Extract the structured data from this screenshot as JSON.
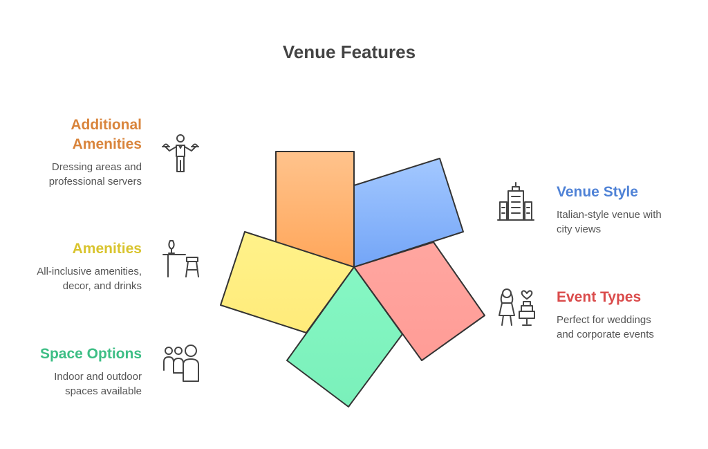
{
  "title": "Venue Features",
  "colors": {
    "additional_amenities": "#D9843B",
    "amenities": "#D9C42E",
    "space_options": "#3DBE85",
    "venue_style": "#4F82D6",
    "event_types": "#DA4B4B"
  },
  "features": {
    "additional_amenities": {
      "heading_line1": "Additional",
      "heading_line2": "Amenities",
      "desc_line1": "Dressing areas and",
      "desc_line2": "professional servers",
      "icon": "waiter-icon"
    },
    "amenities": {
      "heading_line1": "Amenities",
      "desc_line1": "All-inclusive amenities,",
      "desc_line2": "decor, and drinks",
      "icon": "bar-stool-icon"
    },
    "space_options": {
      "heading_line1": "Space Options",
      "desc_line1": "Indoor and outdoor",
      "desc_line2": "spaces available",
      "icon": "people-group-icon"
    },
    "venue_style": {
      "heading_line1": "Venue Style",
      "desc_line1": "Italian-style venue with",
      "desc_line2": "city views",
      "icon": "city-buildings-icon"
    },
    "event_types": {
      "heading_line1": "Event Types",
      "desc_line1": "Perfect for weddings",
      "desc_line2": "and corporate events",
      "icon": "wedding-cake-icon"
    }
  }
}
